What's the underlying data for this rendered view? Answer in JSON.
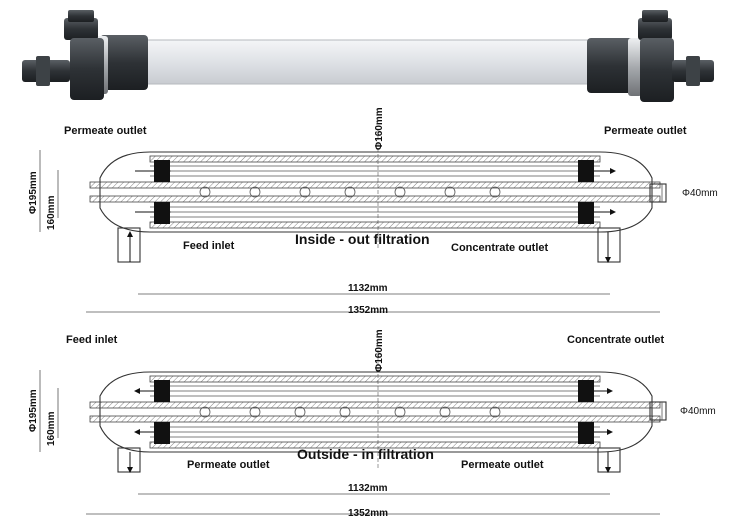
{
  "colors": {
    "pipe_dark": "#2e3236",
    "tube_light": "#e6e8eb",
    "clamp_silver": "#b9bcc0",
    "line": "#333333"
  },
  "top_diagram": {
    "title": "Inside - out filtration",
    "left_top_label": "Permeate outlet",
    "right_top_label": "Permeate outlet",
    "left_bottom_label": "Feed inlet",
    "right_bottom_label": "Concentrate outlet",
    "diameter_label": "Φ160mm",
    "outer_diameter_label": "Φ195mm",
    "height_label": "160mm",
    "port_label": "Φ40mm",
    "inner_length": "1132mm",
    "total_length": "1352mm"
  },
  "bottom_diagram": {
    "title": "Outside - in filtration",
    "left_top_label": "Feed inlet",
    "right_top_label": "Concentrate outlet",
    "left_bottom_label": "Permeate outlet",
    "right_bottom_label": "Permeate outlet",
    "diameter_label": "Φ160mm",
    "outer_diameter_label": "Φ195mm",
    "height_label": "160mm",
    "port_label": "Φ40mm",
    "inner_length": "1132mm",
    "total_length": "1352mm"
  }
}
